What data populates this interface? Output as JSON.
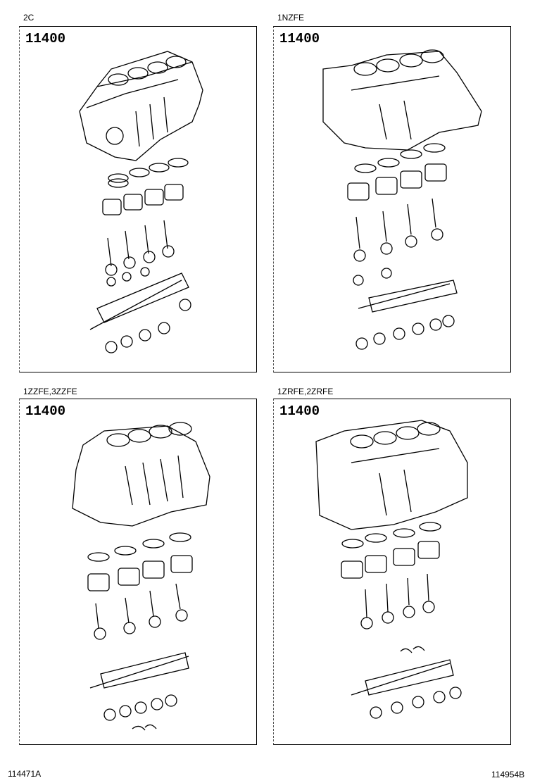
{
  "panels": [
    {
      "engine": "2C",
      "code": "11400"
    },
    {
      "engine": "1NZFE",
      "code": "11400"
    },
    {
      "engine": "1ZZFE,3ZZFE",
      "code": "11400"
    },
    {
      "engine": "1ZRFE,2ZRFE",
      "code": "11400"
    }
  ],
  "footer": {
    "left_id": "114471A",
    "right_id": "114954B"
  },
  "colors": {
    "ink": "#000000",
    "paper": "#ffffff"
  }
}
